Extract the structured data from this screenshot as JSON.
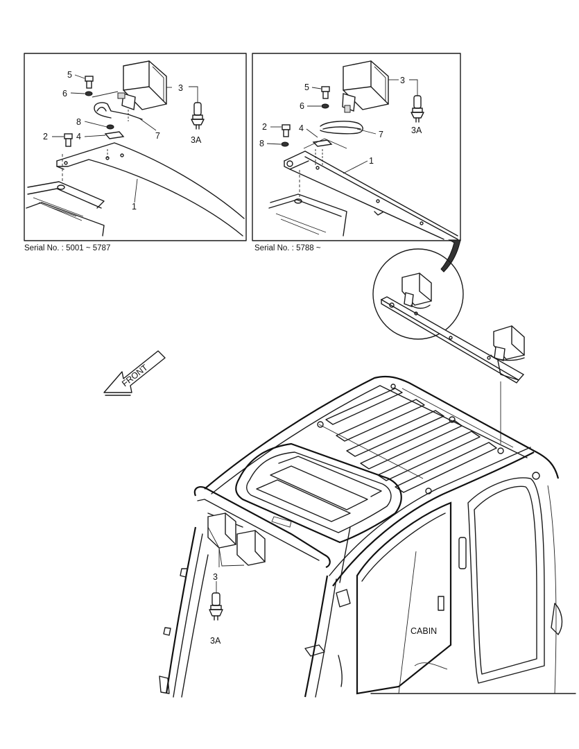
{
  "panels": {
    "left": {
      "serial": "Serial No. : 5001 ~ 5787",
      "callouts": {
        "c1": "1",
        "c2": "2",
        "c3": "3",
        "c3a": "3A",
        "c4": "4",
        "c5": "5",
        "c6": "6",
        "c7": "7",
        "c8": "8"
      }
    },
    "right": {
      "serial": "Serial No. : 5788 ~",
      "callouts": {
        "c1": "1",
        "c2": "2",
        "c3": "3",
        "c3a": "3A",
        "c4": "4",
        "c5": "5",
        "c6": "6",
        "c7": "7",
        "c8": "8"
      }
    }
  },
  "main": {
    "front_arrow": "FRONT",
    "cabin_label": "CABIN",
    "lamp_callout": "3",
    "bulb_callout": "3A"
  }
}
